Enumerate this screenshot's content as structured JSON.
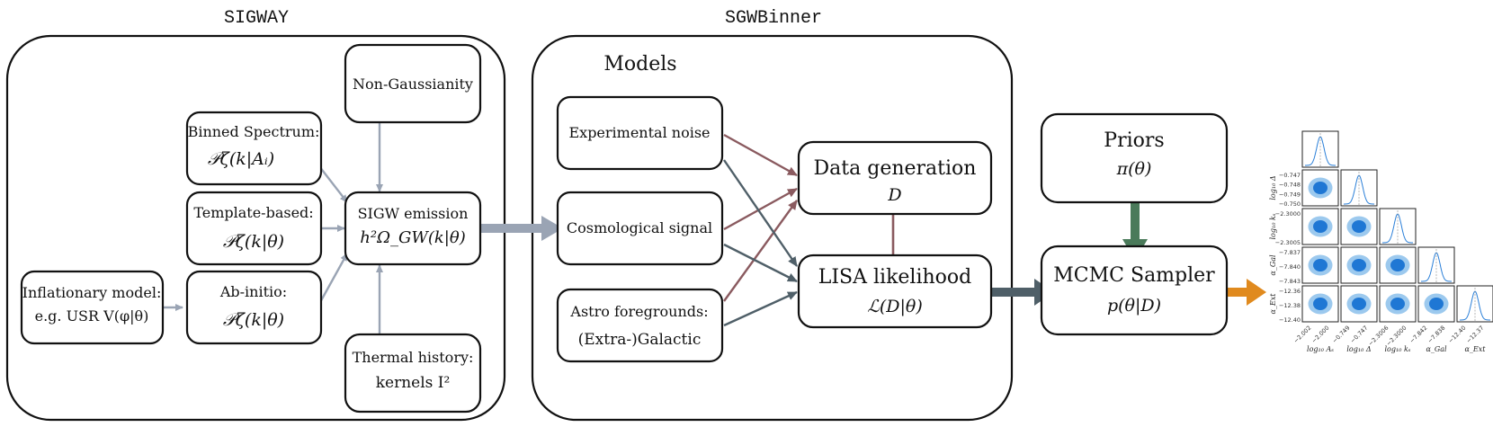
{
  "groups": {
    "sigway": "SIGWAY",
    "sgwbinner": "SGWBinner",
    "models_label": "Models"
  },
  "boxes": {
    "inflationary": [
      "Inflationary model:",
      "e.g. USR V(φ|θ)"
    ],
    "binned": [
      "Binned Spectrum:",
      "𝒫ζ(k|Aᵢ)"
    ],
    "template": [
      "Template-based:",
      "𝒫ζ(k|θ)"
    ],
    "abinitio": [
      "Ab-initio:",
      "𝒫ζ(k|θ)"
    ],
    "nongauss": [
      "Non-Gaussianity"
    ],
    "thermal": [
      "Thermal history:",
      "kernels I²"
    ],
    "sigw": [
      "SIGW emission",
      "h²Ω_GW(k|θ)"
    ],
    "noise": [
      "Experimental noise"
    ],
    "cosmo": [
      "Cosmological signal"
    ],
    "astro": [
      "Astro foregrounds:",
      "(Extra-)Galactic"
    ],
    "datagen": [
      "Data generation",
      "D"
    ],
    "lisa": [
      "LISA likelihood",
      "ℒ(D|θ)"
    ],
    "priors": [
      "Priors",
      "π(θ)"
    ],
    "mcmc": [
      "MCMC Sampler",
      "p(θ|D)"
    ]
  },
  "corner": {
    "params": [
      "log₁₀ Aₛ",
      "log₁₀ Δ",
      "log₁₀ kₛ",
      "α_Gal",
      "α_Ext"
    ],
    "y_ticks": [
      [],
      [
        "−0.747",
        "−0.748",
        "−0.749",
        "−0.750"
      ],
      [
        "−2.3000",
        "−2.3005"
      ],
      [
        "−7.837",
        "−7.840",
        "−7.843"
      ],
      [
        "−12.36",
        "−12.38",
        "−12.40"
      ]
    ],
    "x_ticks": [
      [
        "−2.002",
        "−2.000"
      ],
      [
        "−0.749",
        "−0.747"
      ],
      [
        "−2.3006",
        "−2.3000"
      ],
      [
        "−7.842",
        "−7.838"
      ],
      [
        "−12.40",
        "−12.37"
      ]
    ]
  },
  "colors": {
    "gray_arrow": "#9aa4b4",
    "maroon_arrow": "#8a5a5f",
    "slate_arrow": "#4f5f68",
    "green_arrow": "#4a7a5a",
    "orange_arrow": "#e08a1e",
    "contour_outer": "#9cc9ee",
    "contour_inner": "#1f77d4",
    "posterior_line": "#2a7fd8"
  }
}
